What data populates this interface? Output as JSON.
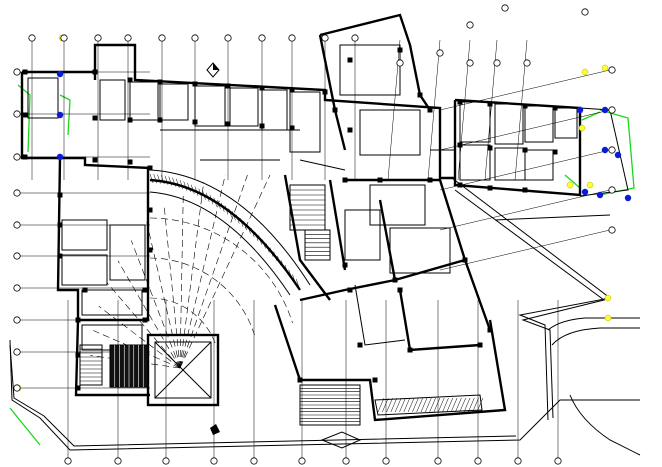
{
  "drawing": {
    "title": "",
    "colors": {
      "lines": "#000000",
      "background": "#ffffff",
      "column_highlight": "#0a1ad8",
      "markers": "#ffff33",
      "annotation": "#19d819"
    },
    "grid_axes": {
      "top": [
        "",
        "",
        "",
        "",
        "",
        "",
        "",
        "",
        "",
        "",
        "",
        "",
        "",
        "",
        "",
        ""
      ],
      "left": [
        "",
        "",
        "",
        "",
        "",
        "",
        "",
        "",
        "",
        ""
      ],
      "bottom": [
        "",
        "",
        "",
        "",
        "",
        "",
        "",
        "",
        "",
        "",
        "",
        ""
      ],
      "right": [
        "",
        "",
        "",
        "",
        ""
      ]
    },
    "layers": [
      "outer-walls",
      "interior-partitions",
      "grid-axes",
      "curved-auditorium",
      "stairs",
      "entrance-ramp",
      "site-boundary",
      "landscape-paths"
    ]
  }
}
